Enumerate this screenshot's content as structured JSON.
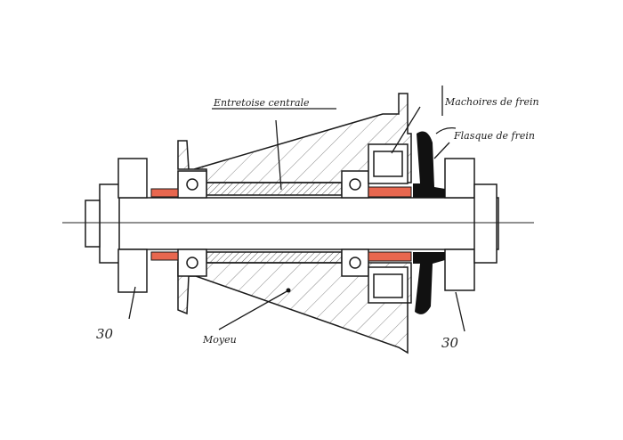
{
  "title": "Hub cross-section sketch",
  "labels": {
    "spacer": "Entretoise centrale",
    "brake_shoes": "Machoires de frein",
    "brake_flange": "Flasque de frein",
    "hub": "Moyeu",
    "dim_left": "30",
    "dim_right": "30"
  },
  "colors": {
    "ink": "#1a1a1a",
    "bushing": "#e8674f",
    "paper": "#ffffff"
  }
}
